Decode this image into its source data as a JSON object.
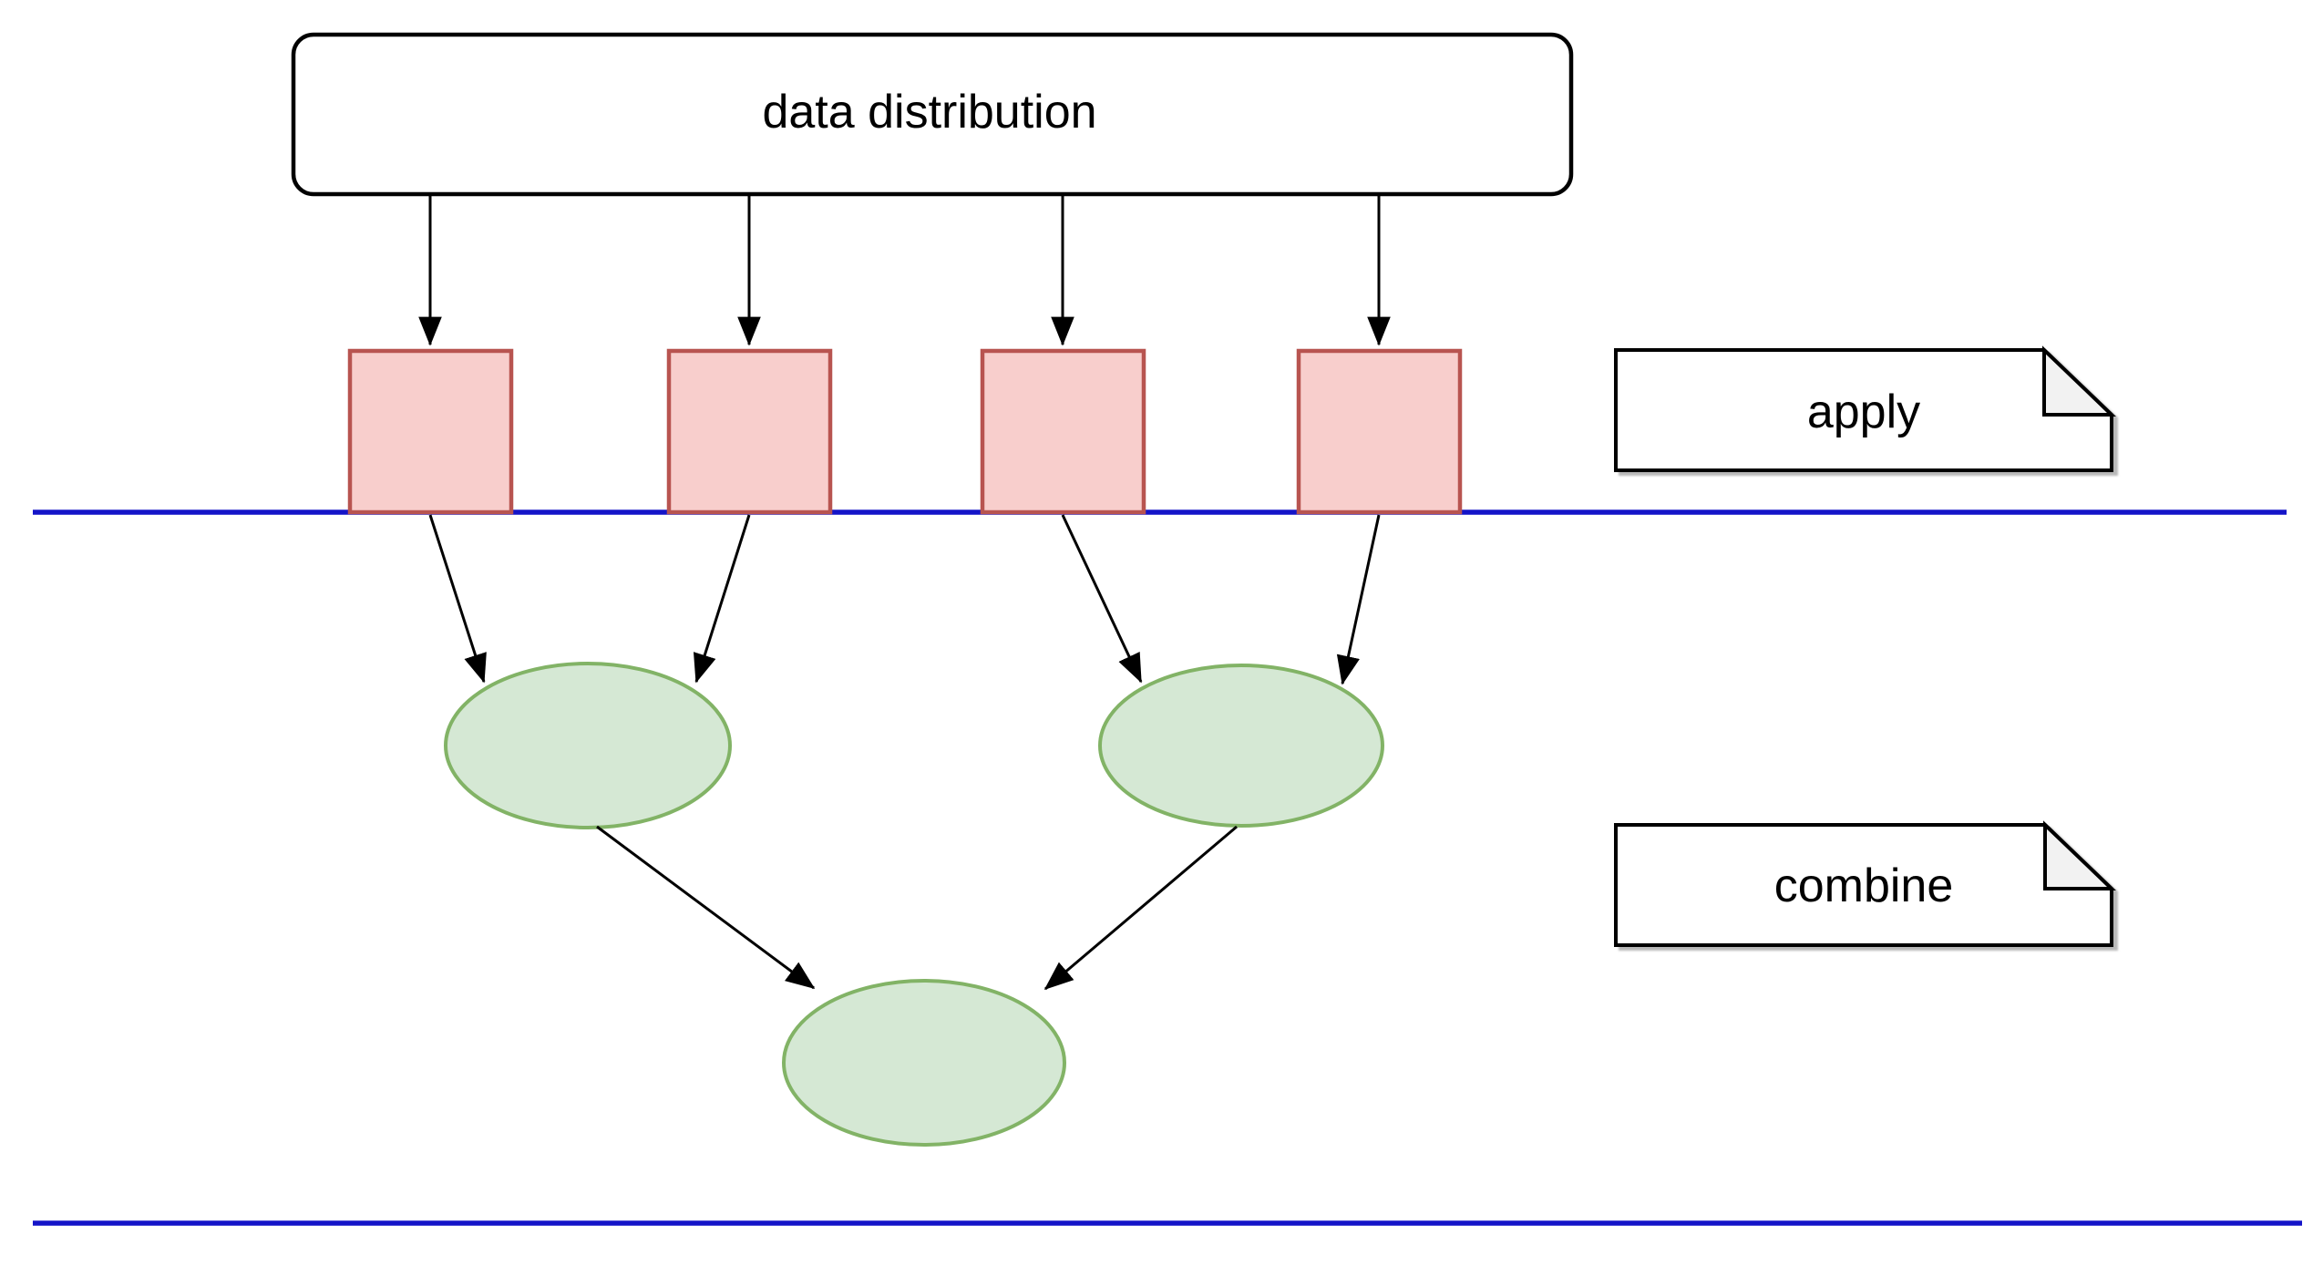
{
  "diagram": {
    "title_node": {
      "label": "data distribution"
    },
    "annotations": [
      {
        "label": "apply"
      },
      {
        "label": "combine"
      }
    ]
  },
  "colors": {
    "canvas-bg": "#ffffff",
    "shape-stroke": "#000000",
    "red-fill": "#f8cecc",
    "red-stroke": "#b85450",
    "green-fill": "#d5e8d4",
    "green-stroke": "#82b366",
    "blue-line": "#1414c8",
    "note-fill": "#ffffff",
    "note-fold-fill": "#f2f2f2",
    "note-shadow": "#999999",
    "arrow-color": "#000000"
  }
}
